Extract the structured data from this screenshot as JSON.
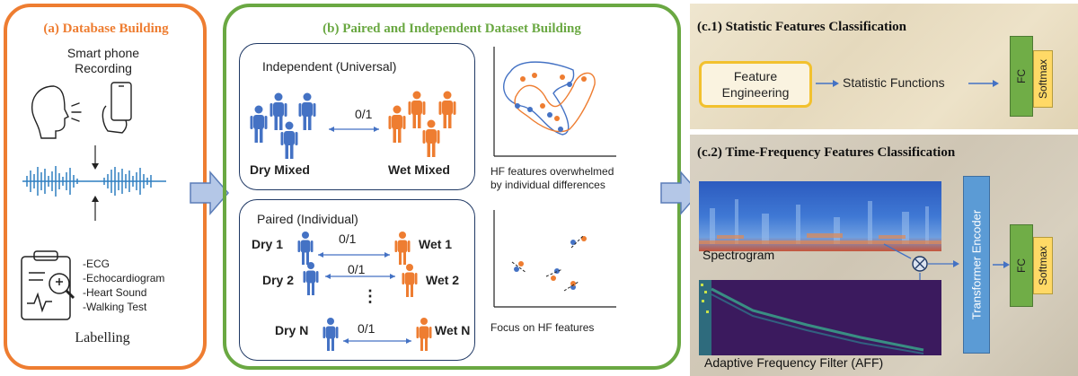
{
  "panel_a": {
    "title": "(a) Database Building",
    "recording_line1": "Smart phone",
    "recording_line2": "Recording",
    "labels": [
      "-ECG",
      "-Echocardiogram",
      "-Heart Sound",
      "-Walking Test"
    ],
    "labelling": "Labelling"
  },
  "panel_b": {
    "title": "(b) Paired and Independent Dataset Building",
    "independent_title": "Independent (Universal)",
    "independent_mid": "0/1",
    "dry_mixed": "Dry Mixed",
    "wet_mixed": "Wet Mixed",
    "hf_note_line1": "HF features overwhelmed",
    "hf_note_line2": "by individual differences",
    "paired_title": "Paired (Individual)",
    "pairs": [
      {
        "dry": "Dry 1",
        "mid": "0/1",
        "wet": "Wet 1"
      },
      {
        "dry": "Dry 2",
        "mid": "0/1",
        "wet": "Wet 2"
      },
      {
        "dry": "Dry N",
        "mid": "0/1",
        "wet": "Wet N"
      }
    ],
    "ellipsis": "⋮",
    "focus_note": "Focus on HF features"
  },
  "panel_c1": {
    "title": "(c.1) Statistic Features Classification",
    "feature_line1": "Feature",
    "feature_line2": "Engineering",
    "statistic_functions": "Statistic Functions",
    "fc": "FC",
    "softmax": "Softmax"
  },
  "panel_c2": {
    "title": "(c.2) Time-Frequency Features Classification",
    "spectrogram": "Spectrogram",
    "aff": "Adaptive Frequency Filter (AFF)",
    "transformer": "Transformer Encoder",
    "fc": "FC",
    "softmax": "Softmax"
  },
  "colors": {
    "orange": "#ee7d31",
    "green": "#6aa842",
    "blue": "#4472c4",
    "navy": "#1f3864"
  }
}
